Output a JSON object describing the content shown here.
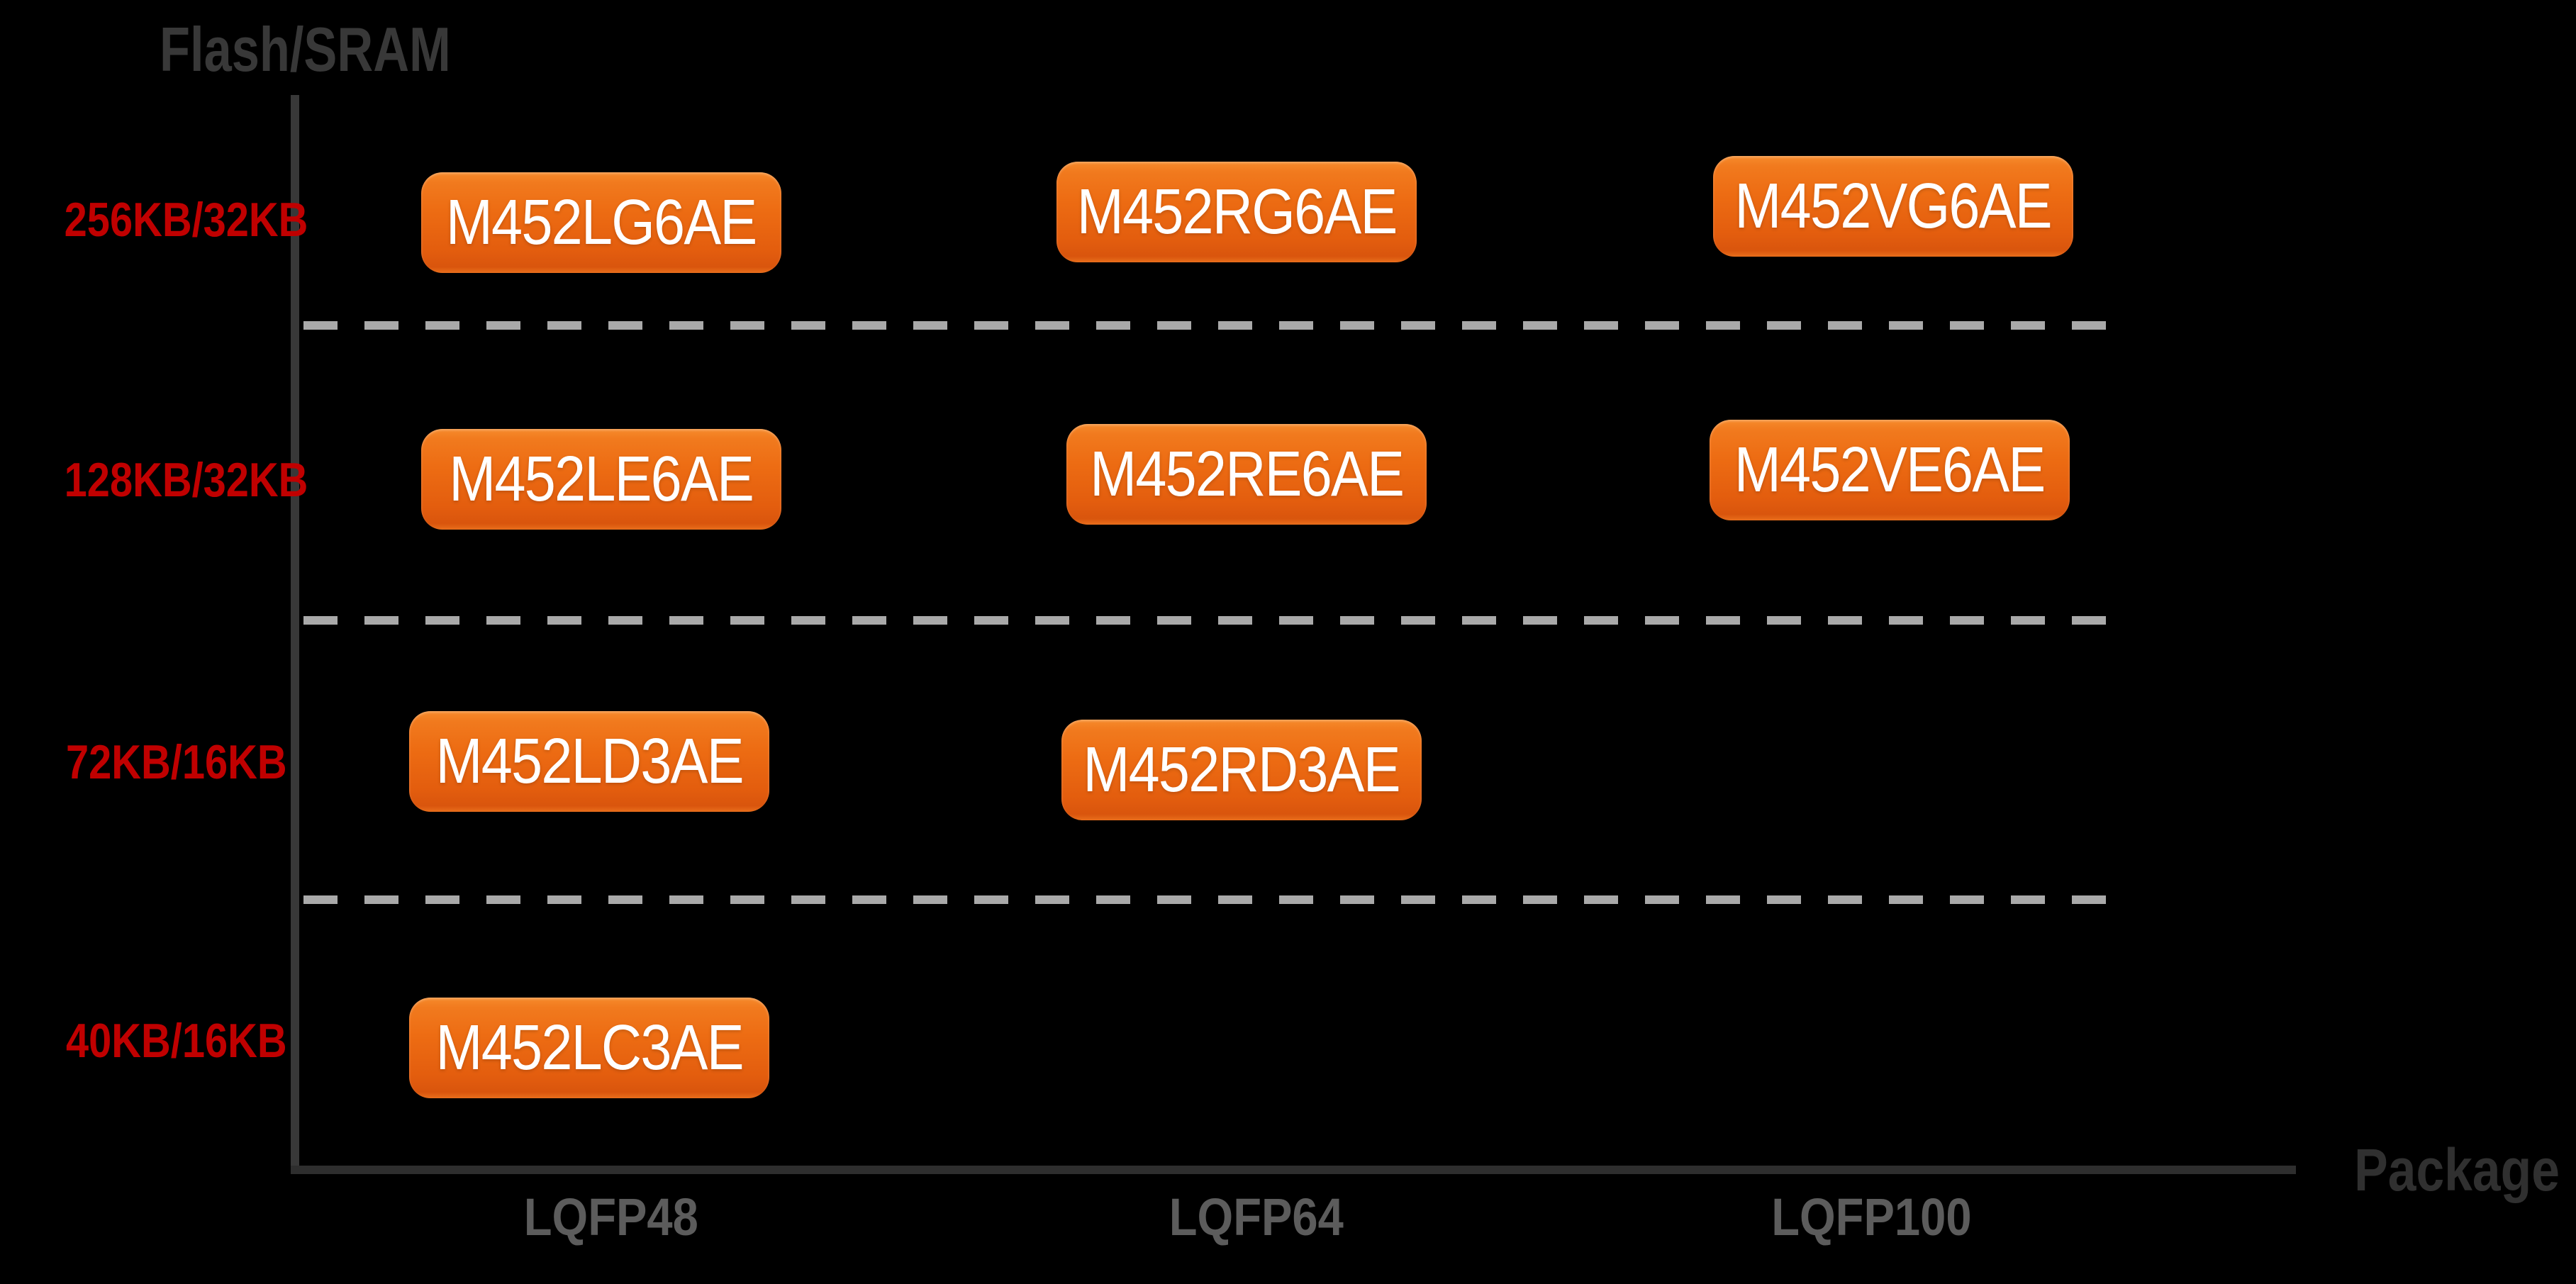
{
  "page": {
    "background": "#000000"
  },
  "axes": {
    "y_title": "Flash/SRAM",
    "x_title": "Package",
    "axis_color": "#333333",
    "y_title_color": "#383838",
    "x_title_color": "#303030",
    "y_label_color": "#c00000",
    "x_label_color": "#5c5c5c",
    "separator_color": "#a9a9a9",
    "y_labels": [
      "256KB/32KB",
      "128KB/32KB",
      "72KB/16KB",
      "40KB/16KB"
    ],
    "x_labels": [
      "LQFP48",
      "LQFP64",
      "LQFP100"
    ]
  },
  "style": {
    "box_gradient_top": "#f68b2c",
    "box_gradient_bottom": "#d9550d",
    "box_text_color": "#ffffff"
  },
  "parts": [
    {
      "label": "M452LG6AE",
      "flash_sram": "256KB/32KB",
      "package": "LQFP48"
    },
    {
      "label": "M452RG6AE",
      "flash_sram": "256KB/32KB",
      "package": "LQFP64"
    },
    {
      "label": "M452VG6AE",
      "flash_sram": "256KB/32KB",
      "package": "LQFP100"
    },
    {
      "label": "M452LE6AE",
      "flash_sram": "128KB/32KB",
      "package": "LQFP48"
    },
    {
      "label": "M452RE6AE",
      "flash_sram": "128KB/32KB",
      "package": "LQFP64"
    },
    {
      "label": "M452VE6AE",
      "flash_sram": "128KB/32KB",
      "package": "LQFP100"
    },
    {
      "label": "M452LD3AE",
      "flash_sram": "72KB/16KB",
      "package": "LQFP48"
    },
    {
      "label": "M452RD3AE",
      "flash_sram": "72KB/16KB",
      "package": "LQFP64"
    },
    {
      "label": "M452LC3AE",
      "flash_sram": "40KB/16KB",
      "package": "LQFP48"
    }
  ],
  "chart_data": {
    "type": "scatter",
    "title": "",
    "xlabel": "Package",
    "ylabel": "Flash/SRAM",
    "x_categories": [
      "LQFP48",
      "LQFP64",
      "LQFP100"
    ],
    "y_categories": [
      "40KB/16KB",
      "72KB/16KB",
      "128KB/32KB",
      "256KB/32KB"
    ],
    "points": [
      {
        "label": "M452LG6AE",
        "x": "LQFP48",
        "y": "256KB/32KB"
      },
      {
        "label": "M452RG6AE",
        "x": "LQFP64",
        "y": "256KB/32KB"
      },
      {
        "label": "M452VG6AE",
        "x": "LQFP100",
        "y": "256KB/32KB"
      },
      {
        "label": "M452LE6AE",
        "x": "LQFP48",
        "y": "128KB/32KB"
      },
      {
        "label": "M452RE6AE",
        "x": "LQFP64",
        "y": "128KB/32KB"
      },
      {
        "label": "M452VE6AE",
        "x": "LQFP100",
        "y": "128KB/32KB"
      },
      {
        "label": "M452LD3AE",
        "x": "LQFP48",
        "y": "72KB/16KB"
      },
      {
        "label": "M452RD3AE",
        "x": "LQFP64",
        "y": "72KB/16KB"
      },
      {
        "label": "M452LC3AE",
        "x": "LQFP48",
        "y": "40KB/16KB"
      }
    ],
    "grid": "dashed horizontal separators between flash/sram tiers",
    "legend": "none",
    "marker_style": "orange rounded rectangle with white part number"
  }
}
